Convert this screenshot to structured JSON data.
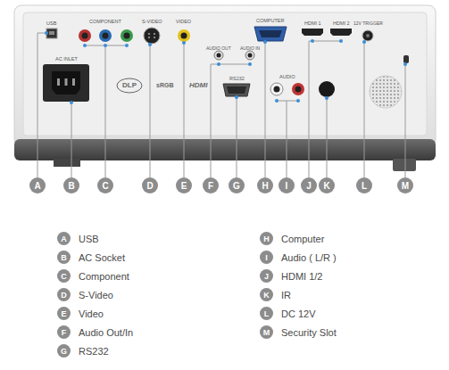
{
  "diagram": {
    "nodes": [
      {
        "text": [
          "A"
        ]
      },
      {
        "text": [
          "B"
        ]
      },
      {
        "text": [
          "C"
        ]
      },
      {
        "text": [
          "D"
        ]
      },
      {
        "text": [
          "E"
        ]
      },
      {
        "text": [
          "F"
        ]
      },
      {
        "text": [
          "G"
        ]
      },
      {
        "text": [
          "H"
        ]
      },
      {
        "text": [
          "I"
        ]
      },
      {
        "text": [
          "J"
        ]
      },
      {
        "text": [
          "K"
        ]
      },
      {
        "text": [
          "L"
        ]
      },
      {
        "text": [
          "M"
        ]
      },
      {
        "text": [
          "A",
          "USB"
        ]
      },
      {
        "text": [
          "B",
          "AC Socket"
        ]
      },
      {
        "text": [
          "C",
          "Component"
        ]
      },
      {
        "text": [
          "D",
          "S-Video"
        ]
      },
      {
        "text": [
          "E",
          "Video"
        ]
      },
      {
        "text": [
          "F",
          "Audio Out/In"
        ]
      },
      {
        "text": [
          "G",
          "RS232"
        ]
      },
      {
        "text": [
          "H",
          "Computer"
        ]
      },
      {
        "text": [
          "I",
          "Audio ( L/R )"
        ]
      },
      {
        "text": [
          "J",
          "HDMI 1/2"
        ]
      },
      {
        "text": [
          "K",
          "IR"
        ]
      },
      {
        "text": [
          "L",
          "DC 12V"
        ]
      },
      {
        "text": [
          "M",
          "Security Slot"
        ]
      }
    ],
    "labels": [
      "USB",
      "AC INLET",
      "COMPONENT",
      "S-VIDEO",
      "VIDEO",
      "AUDIO OUT",
      "AUDIO IN",
      "COMPUTER",
      "RS232",
      "AUDIO",
      "HDMI 1",
      "HDMI 2",
      "12V TRIGGER",
      "DLP",
      "sRGB",
      "HDMI"
    ]
  }
}
